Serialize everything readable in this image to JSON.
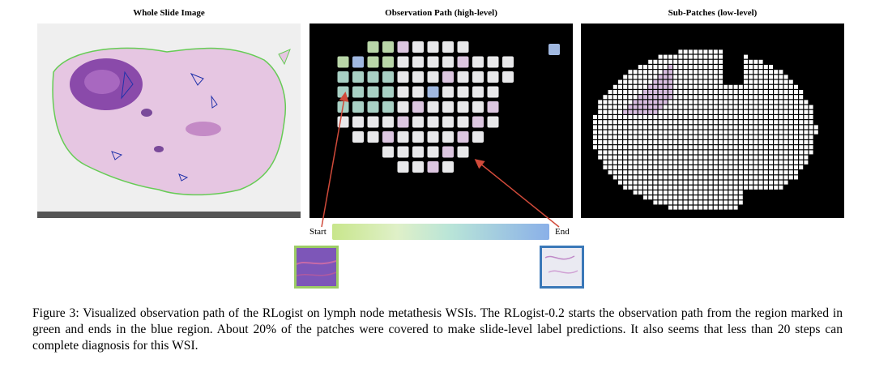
{
  "panels": {
    "whole_slide": "Whole Slide Image",
    "observation_path": "Observation Path (high-level)",
    "sub_patches": "Sub-Patches (low-level)"
  },
  "path_bar": {
    "start_label": "Start",
    "end_label": "End"
  },
  "caption": "Figure 3: Visualized observation path of the RLogist on lymph node metathesis WSIs. The RLogist-0.2 starts the observation path from the region marked in green and ends in the blue region. About 20% of the patches were covered to make slide-level label predictions. It also seems that less than 20 steps can complete diagnosis for this WSI.",
  "colors": {
    "start": "#9ccc65",
    "end": "#3a78b8",
    "arrow": "#d04a3a"
  }
}
